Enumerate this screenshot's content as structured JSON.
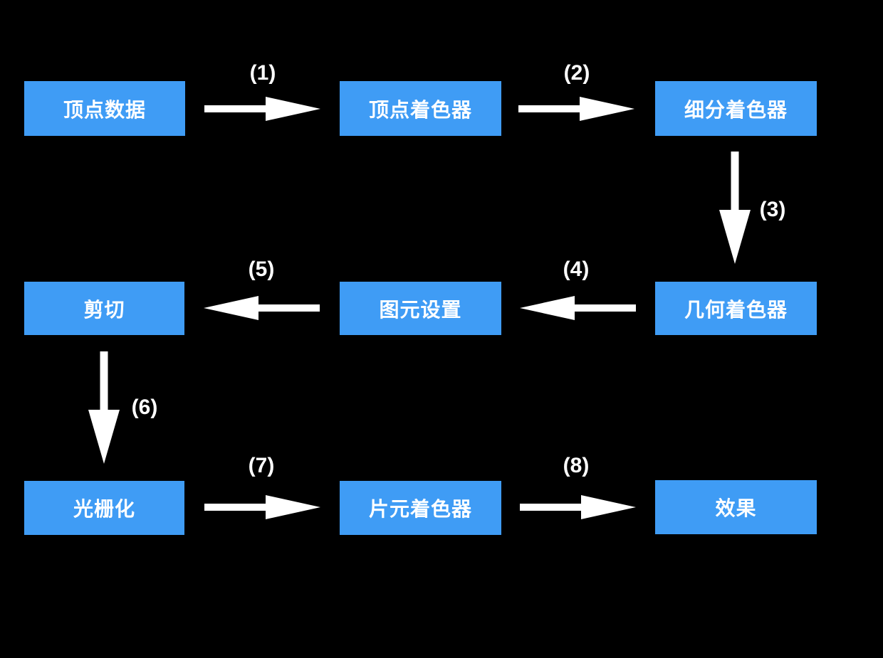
{
  "diagram": {
    "kind": "flowchart",
    "background_color": "#000000",
    "node_fill_color": "#3f9cf5",
    "node_text_color": "#ffffff",
    "arrow_color": "#ffffff",
    "nodes": [
      {
        "id": "vertex-data",
        "label": "顶点数据"
      },
      {
        "id": "vertex-shader",
        "label": "顶点着色器"
      },
      {
        "id": "tessellation-shader",
        "label": "细分着色器"
      },
      {
        "id": "geometry-shader",
        "label": "几何着色器"
      },
      {
        "id": "primitive-setup",
        "label": "图元设置"
      },
      {
        "id": "clipping",
        "label": "剪切"
      },
      {
        "id": "rasterization",
        "label": "光栅化"
      },
      {
        "id": "fragment-shader",
        "label": "片元着色器"
      },
      {
        "id": "result",
        "label": "效果"
      }
    ],
    "edges": [
      {
        "step": "(1)",
        "from": "顶点数据",
        "to": "顶点着色器",
        "direction": "right"
      },
      {
        "step": "(2)",
        "from": "顶点着色器",
        "to": "细分着色器",
        "direction": "right"
      },
      {
        "step": "(3)",
        "from": "细分着色器",
        "to": "几何着色器",
        "direction": "down"
      },
      {
        "step": "(4)",
        "from": "几何着色器",
        "to": "图元设置",
        "direction": "left"
      },
      {
        "step": "(5)",
        "from": "图元设置",
        "to": "剪切",
        "direction": "left"
      },
      {
        "step": "(6)",
        "from": "剪切",
        "to": "光栅化",
        "direction": "down"
      },
      {
        "step": "(7)",
        "from": "光栅化",
        "to": "片元着色器",
        "direction": "right"
      },
      {
        "step": "(8)",
        "from": "片元着色器",
        "to": "效果",
        "direction": "right"
      }
    ]
  }
}
